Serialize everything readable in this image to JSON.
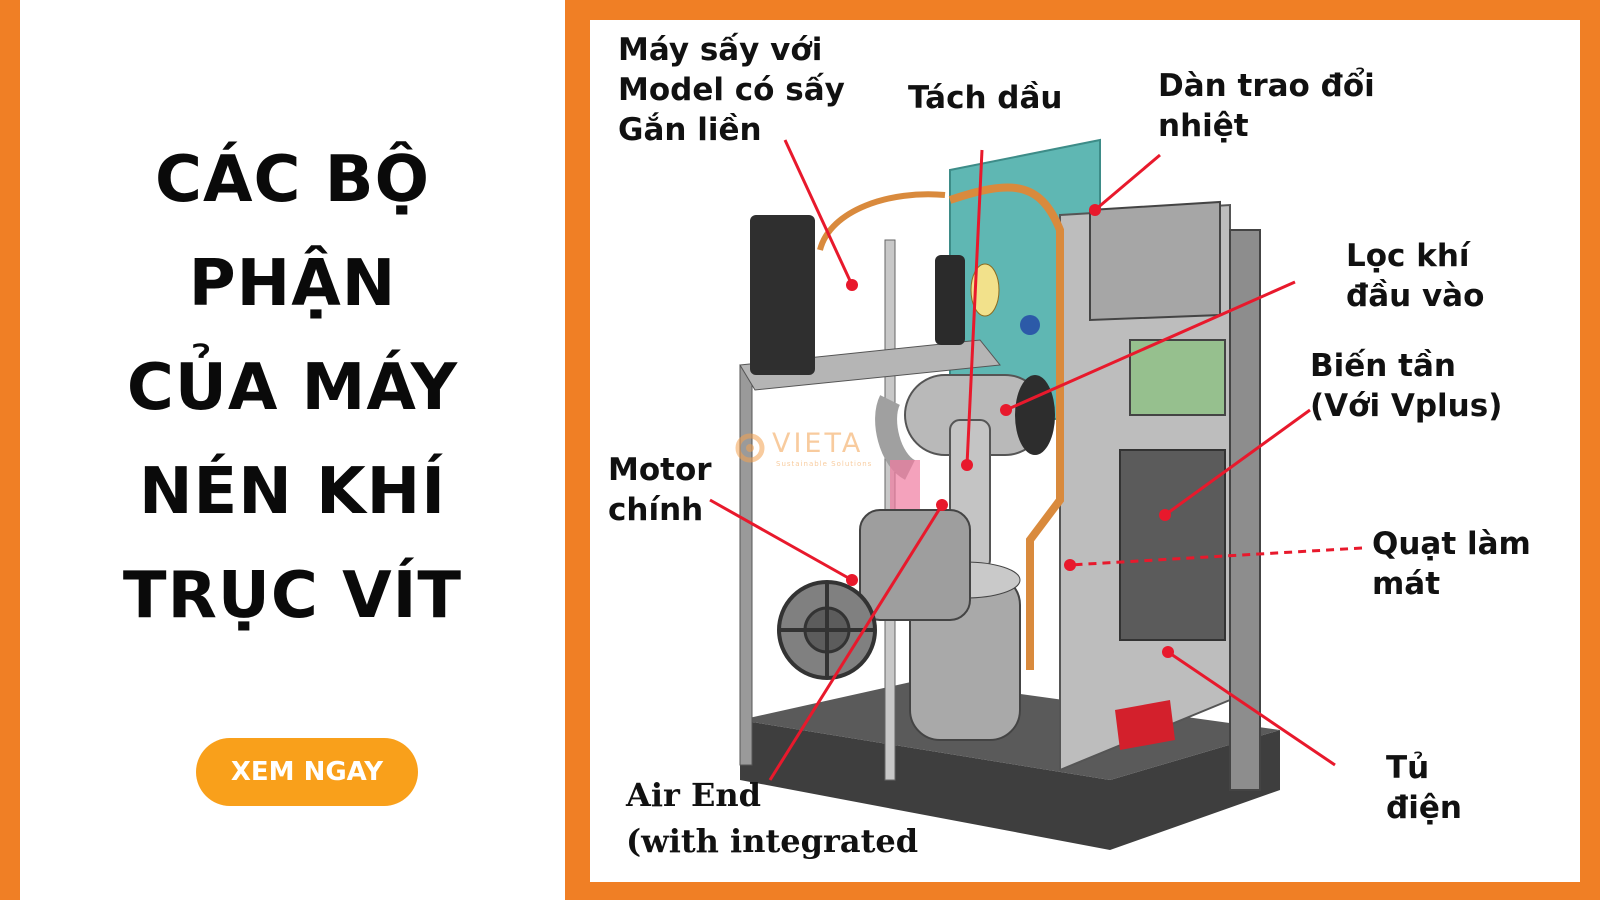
{
  "headline": {
    "lines": [
      "CÁC BỘ",
      "PHẬN",
      "CỦA MÁY",
      "NÉN KHÍ",
      "TRỤC VÍT"
    ]
  },
  "cta": {
    "label": "XEM NGAY"
  },
  "watermark": {
    "brand": "VIETA",
    "tagline": "Sustainable Solutions"
  },
  "diagram": {
    "labels": {
      "dryer": "Máy sấy với\nModel có sấy\nGắn liền",
      "oil_separator": "Tách dầu",
      "heat_exchanger": "Dàn trao đổi\nnhiệt",
      "inlet_filter": "Lọc khí\nđầu vào",
      "inverter": "Biến tần\n(Với Vplus)",
      "main_motor": "Motor\nchính",
      "cooling_fan": "Quạt làm\nmát",
      "air_end": "Air End\n(with integrated",
      "electrical_cabinet": "Tủ\nđiện"
    }
  },
  "colors": {
    "brand_orange": "#f07f25",
    "button_orange": "#f9a01b",
    "pointer_red": "#e8192c",
    "headline": "#0a0a0a"
  }
}
